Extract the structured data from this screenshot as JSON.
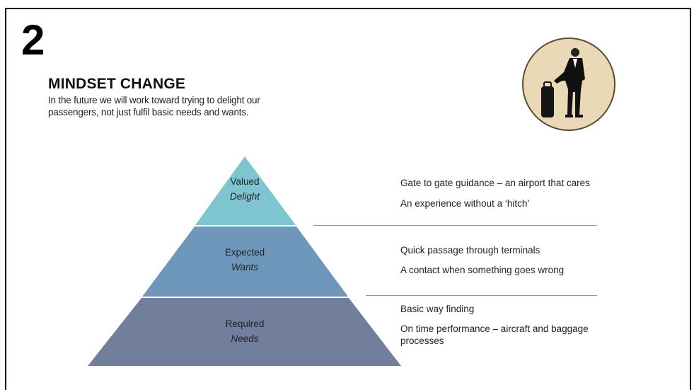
{
  "slide": {
    "number": "2",
    "title": "MINDSET CHANGE",
    "subtitle": "In the future we will work toward trying to delight our passengers, not just fulfil basic needs and wants."
  },
  "avatar": {
    "icon": "traveller-with-luggage-icon",
    "background": "#ead9b7"
  },
  "pyramid": {
    "tiers": [
      {
        "level": "Valued",
        "focus": "Delight",
        "color": "#7ec5d1"
      },
      {
        "level": "Expected",
        "focus": "Wants",
        "color": "#6f97bc"
      },
      {
        "level": "Required",
        "focus": "Needs",
        "color": "#727f9c"
      }
    ]
  },
  "descriptions": {
    "delight": [
      "Gate to gate guidance – an airport that cares",
      "An experience without a ‘hitch’"
    ],
    "wants": [
      "Quick passage through terminals",
      "A contact when something goes wrong"
    ],
    "needs": [
      "Basic way finding",
      "On time performance – aircraft and baggage processes"
    ]
  }
}
